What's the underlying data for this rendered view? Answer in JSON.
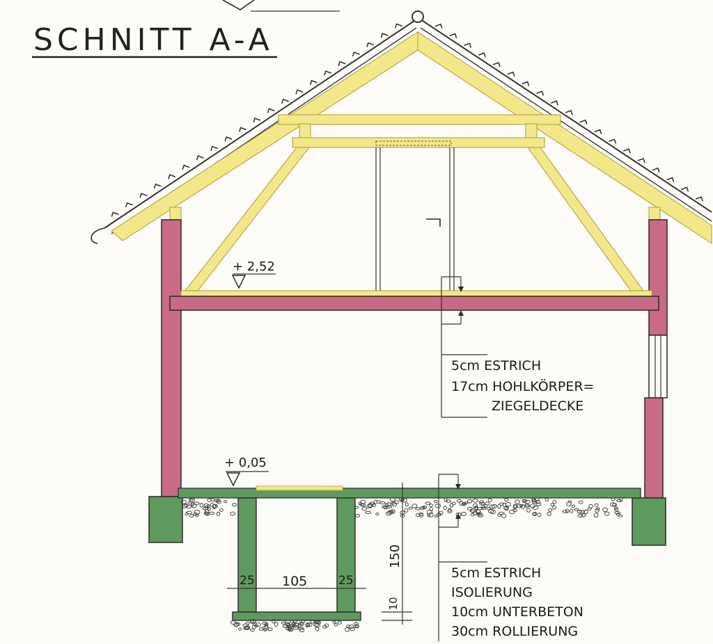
{
  "title": "SCHNITT A-A",
  "levels": {
    "upper": "+ 2,52",
    "ground": "+ 0,05"
  },
  "ceiling_note": {
    "line1": "5cm ESTRICH",
    "line2": "17cm HOHLKÖRPER=",
    "line3": "ZIEGELDECKE"
  },
  "floor_note": {
    "line1": "5cm ESTRICH",
    "line2": "ISOLIERUNG",
    "line3": "10cm UNTERBETON",
    "line4": "30cm ROLLIERUNG"
  },
  "dimensions": {
    "pit_width": "105",
    "wall_left": "25",
    "wall_right": "25",
    "depth": "150",
    "base": "10"
  },
  "colors": {
    "timber": "#f2e88a",
    "timber_edge": "#b9a948",
    "masonry": "#c96a86",
    "concrete": "#5e9a5e",
    "ink": "#2a2a2a"
  }
}
